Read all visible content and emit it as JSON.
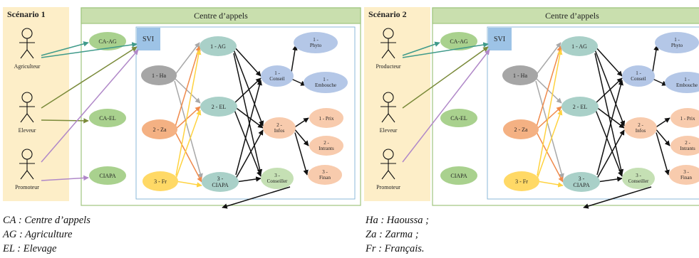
{
  "scenarios": [
    {
      "title": "Scénario 1",
      "center_title": "Centre d’appels",
      "svi": "SVI",
      "actors": [
        "Agriculteur",
        "Eleveur",
        "Promoteur"
      ],
      "ca_nodes": [
        "CA-AG",
        "CA-EL",
        "CIAPA"
      ],
      "languages": [
        "1 - Ha",
        "2 - Za",
        "3 - Fr"
      ],
      "domains": [
        "1 - AG",
        "2 - EL",
        "3 - CIAPA"
      ],
      "services": [
        "1 - Conseil",
        "2 - Infos",
        "3 - Conseiller"
      ],
      "conseil_items": [
        "1 - Phyto",
        "1 - Embouche"
      ],
      "infos_items": [
        "1 - Prix",
        "2 - Intrants",
        "3 - Finan"
      ]
    },
    {
      "title": "Scénario 2",
      "center_title": "Centre d’appels",
      "svi": "SVI",
      "actors": [
        "Producteur",
        "Eleveur",
        "Promoteur"
      ],
      "ca_nodes": [
        "CA-AG",
        "CA-EL",
        "CIAPA"
      ],
      "languages": [
        "1 - Ha",
        "2 - Za",
        "3 - Fr"
      ],
      "domains": [
        "1 - AG",
        "2 - EL",
        "3 - CIAPA"
      ],
      "services": [
        "1 - Conseil",
        "2 - Infos",
        "3 - Conseiller"
      ],
      "conseil_items": [
        "1 - Phyto",
        "1 - Embouche"
      ],
      "infos_items": [
        "1 - Prix",
        "2 - Intrants",
        "3 - Finan"
      ]
    }
  ],
  "legend_left": [
    "CA : Centre d’appels",
    "AG : Agriculture",
    "EL : Elevage"
  ],
  "legend_right": [
    "Ha : Haoussa ;",
    "Za : Zarma ;",
    "Fr : Français."
  ],
  "colors": {
    "actor_panel": "#fdeec8",
    "center_header": "#c9dfae",
    "center_border": "#9fc57e",
    "svi": "#9dc3e6",
    "ca_node": "#a9d18e",
    "lang_ha": "#a6a6a6",
    "lang_za": "#f4b183",
    "lang_fr": "#ffd966",
    "domain": "#a9d0c8",
    "conseil": "#b4c7e7",
    "infos": "#f8cbad",
    "conseiller": "#c5e0b4",
    "arrow_teal": "#3f9a8a",
    "arrow_olive": "#7a8a3a",
    "arrow_purple": "#b088c8",
    "arrow_gray": "#a8a8a8",
    "arrow_orange": "#f08a4b",
    "arrow_yellow": "#ffd23f"
  }
}
